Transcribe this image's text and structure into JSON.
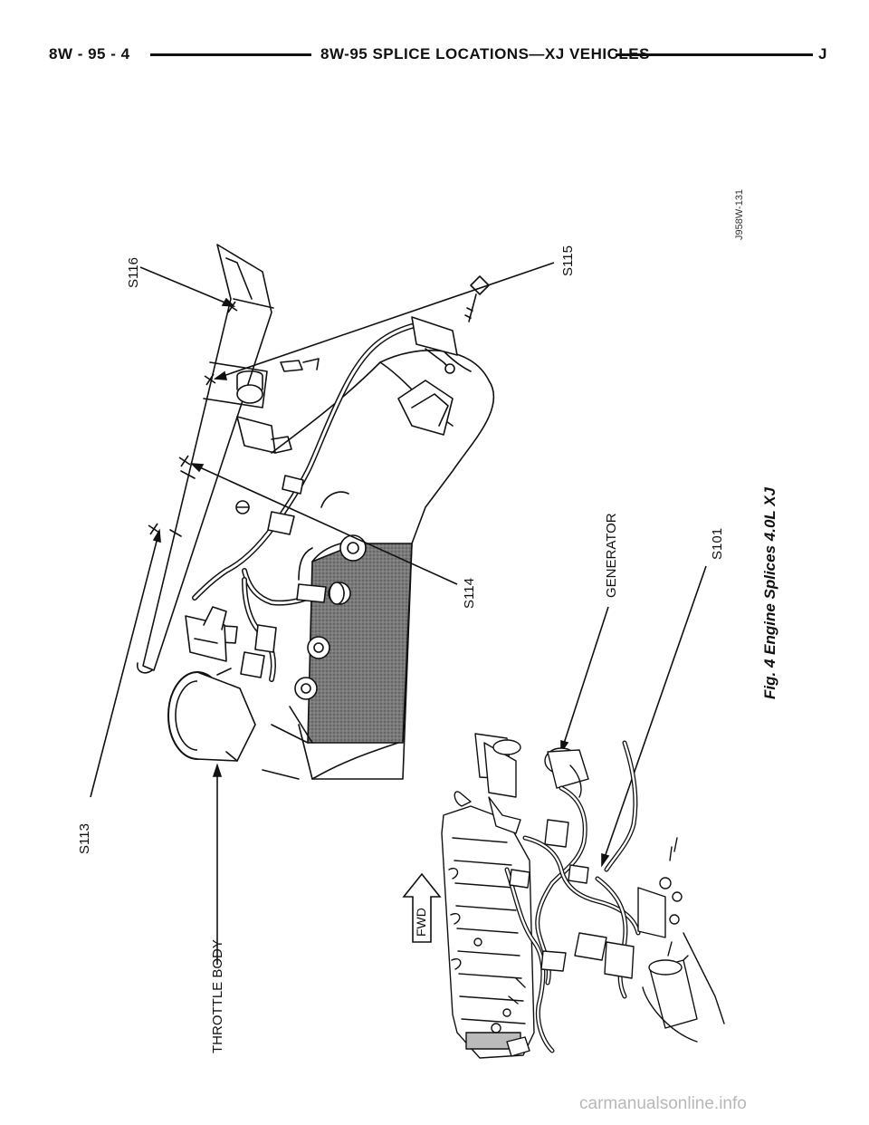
{
  "header": {
    "page_number": "8W - 95 - 4",
    "section_title": "8W-95 SPLICE LOCATIONS—XJ VEHICLES",
    "edition_letter": "J"
  },
  "figure": {
    "caption": "Fig. 4 Engine Splices 4.0L XJ",
    "drawing_code": "J958W-131",
    "callouts": {
      "s116": "S116",
      "s115": "S115",
      "s114": "S114",
      "s113": "S113",
      "generator": "GENERATOR",
      "s101": "S101",
      "throttle_body": "THROTTLE BODY"
    },
    "fwd_label": "FWD"
  },
  "footer": {
    "watermark": "carmanualsonline.info"
  }
}
